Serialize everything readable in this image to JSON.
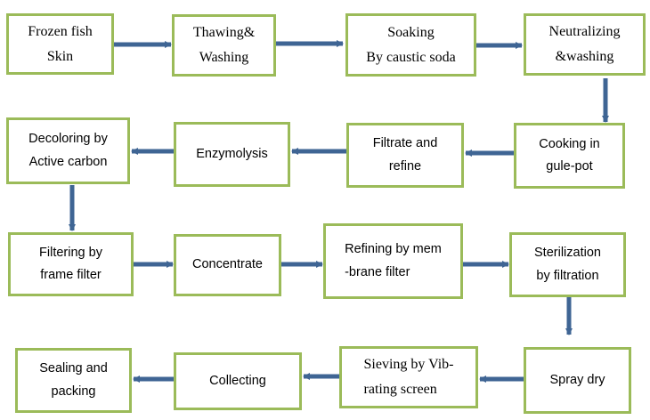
{
  "diagram": {
    "colors": {
      "border": "#9bbb59",
      "arrow": "#3f6594"
    },
    "steps": {
      "frozen_fish_skin": {
        "line1": "Frozen fish",
        "line2": "Skin"
      },
      "thawing_washing": {
        "line1": "Thawing&",
        "line2": "Washing"
      },
      "soaking": {
        "line1": "Soaking",
        "line2": "By caustic soda"
      },
      "neutralizing": {
        "line1": "Neutralizing",
        "line2": "&washing"
      },
      "cooking": {
        "line1": "Cooking in",
        "line2": "gule-pot"
      },
      "filtrate_refine": {
        "line1": "Filtrate and",
        "line2": "refine"
      },
      "enzymolysis": {
        "line1": "Enzymolysis"
      },
      "decoloring": {
        "line1": "Decoloring by",
        "line2": "Active carbon"
      },
      "filtering": {
        "line1": "Filtering by",
        "line2": "frame filter"
      },
      "concentrate": {
        "line1": "Concentrate"
      },
      "refining_membrane": {
        "line1": "Refining by mem",
        "line2": "-brane filter"
      },
      "sterilization": {
        "line1": "Sterilization",
        "line2": "by filtration"
      },
      "spray_dry": {
        "line1": "Spray dry"
      },
      "sieving": {
        "line1": "Sieving by Vib-",
        "line2": "rating screen"
      },
      "collecting": {
        "line1": "Collecting"
      },
      "sealing_packing": {
        "line1": "Sealing and",
        "line2": "packing"
      }
    }
  }
}
